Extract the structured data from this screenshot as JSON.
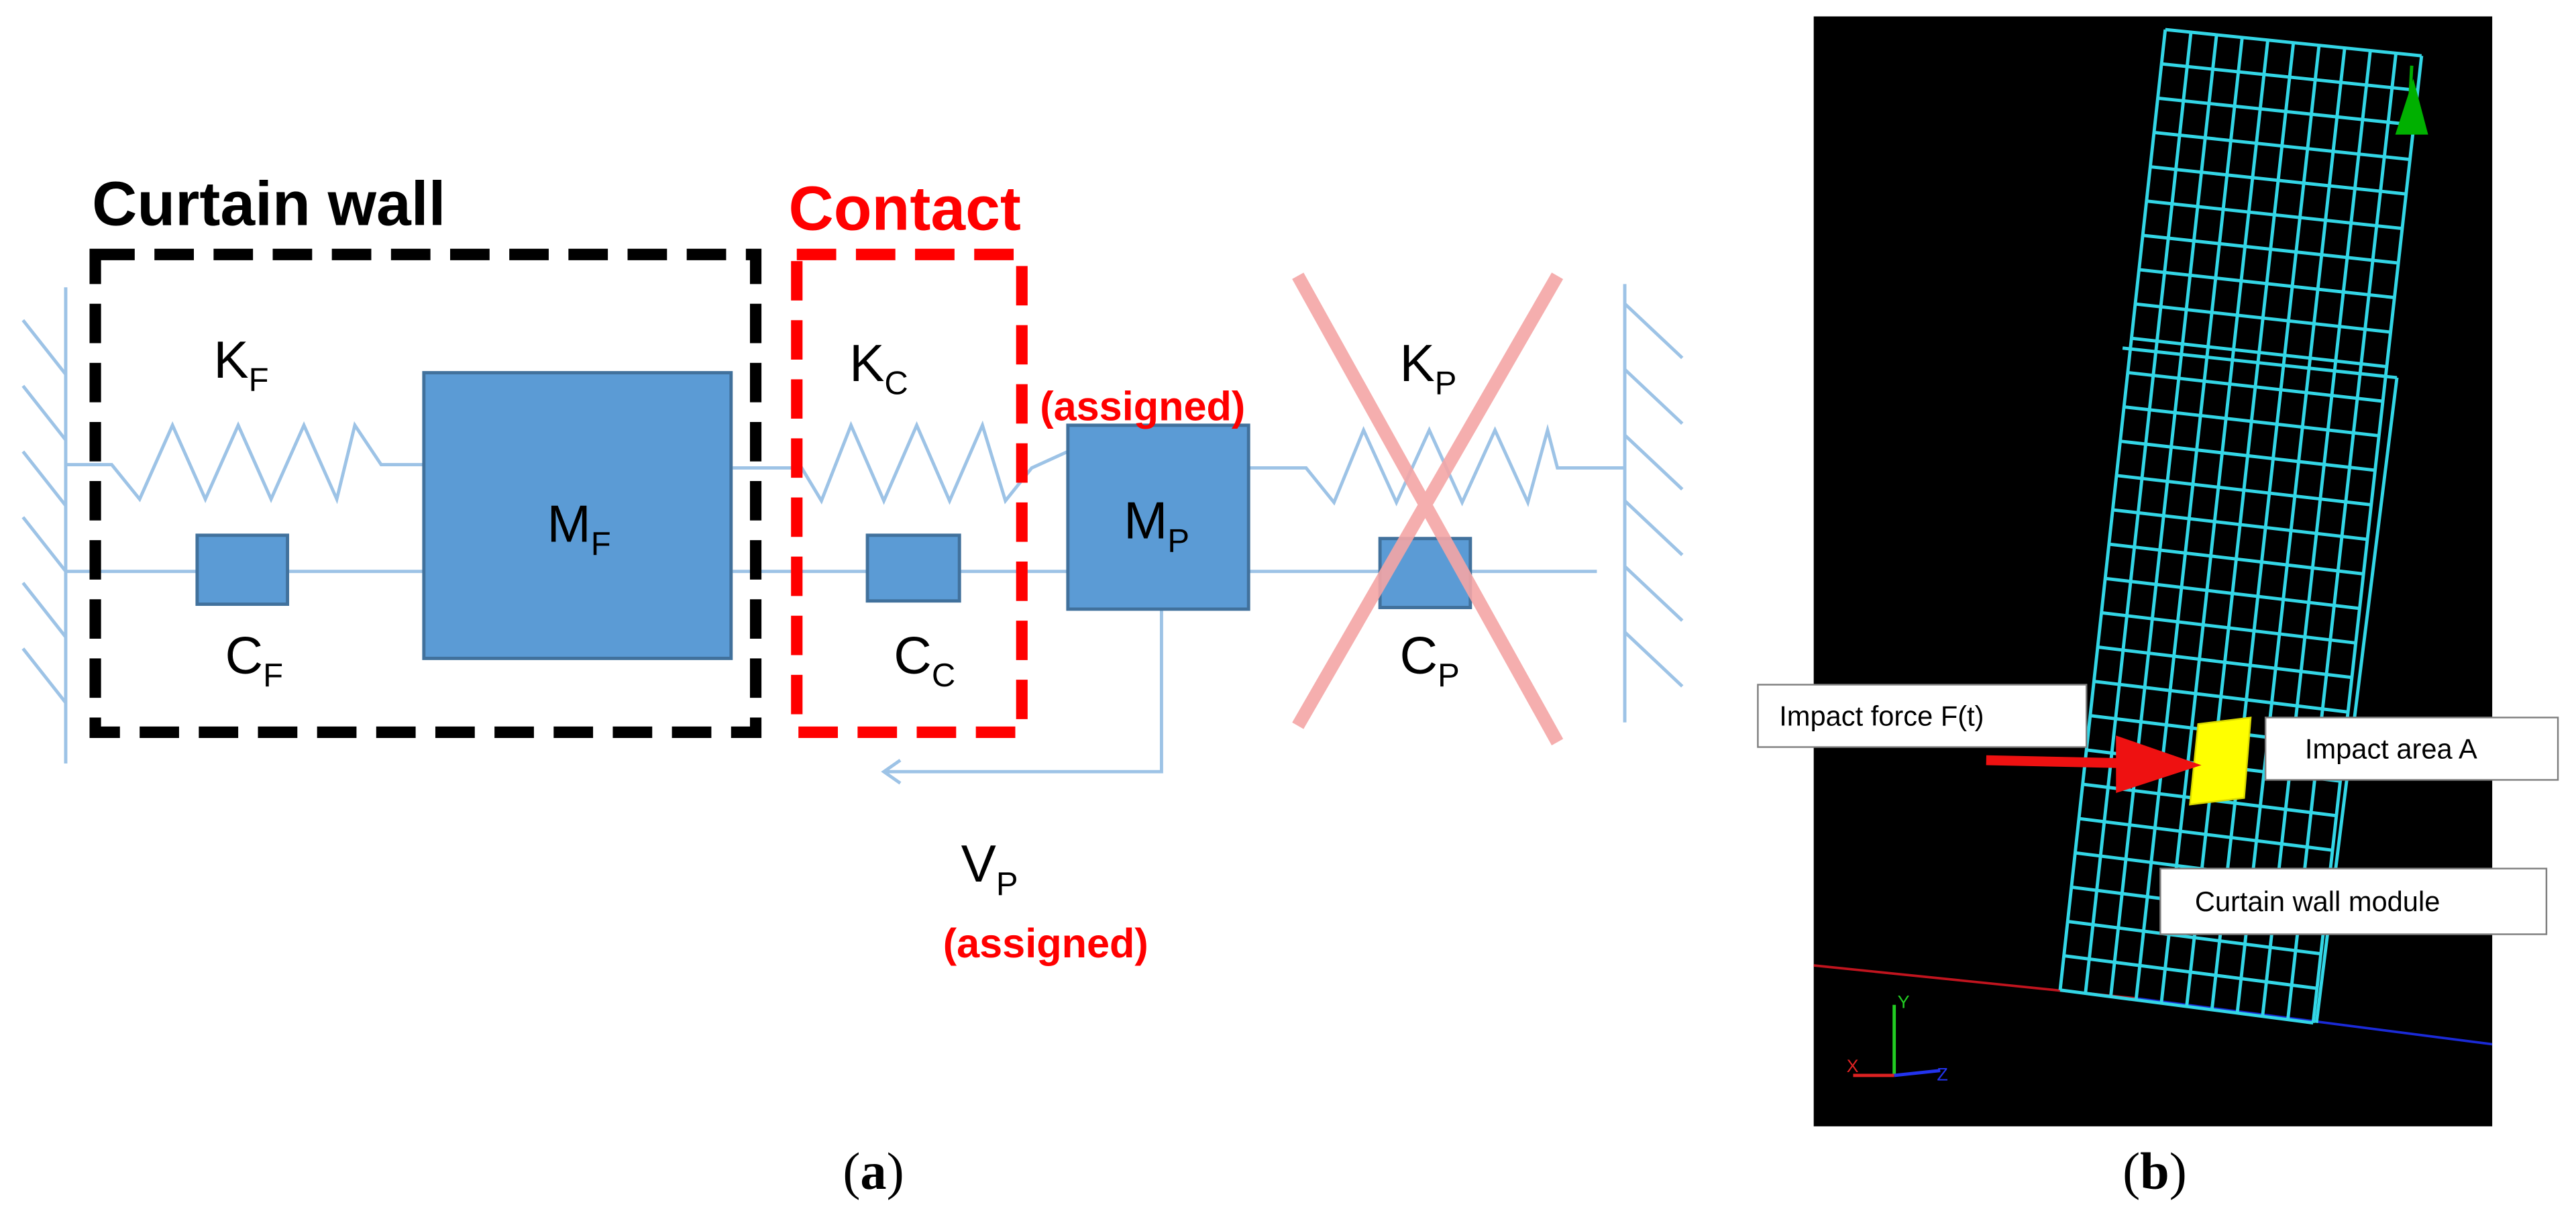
{
  "panel_a": {
    "curtain_wall_label": "Curtain wall",
    "contact_label": "Contact",
    "assigned_top_label": "(assigned)",
    "assigned_bottom_label": "(assigned)",
    "kf": {
      "main": "K",
      "sub": "F"
    },
    "cf": {
      "main": "C",
      "sub": "F"
    },
    "mf": {
      "main": "M",
      "sub": "F"
    },
    "kc": {
      "main": "K",
      "sub": "C"
    },
    "cc": {
      "main": "C",
      "sub": "C"
    },
    "mp": {
      "main": "M",
      "sub": "P"
    },
    "kp": {
      "main": "K",
      "sub": "P"
    },
    "cp": {
      "main": "C",
      "sub": "P"
    },
    "vp": {
      "main": "V",
      "sub": "P"
    },
    "caption": {
      "open": "(",
      "letter": "a",
      "close": ")"
    }
  },
  "panel_b": {
    "impact_force_label": "Impact force F(t)",
    "impact_area_label": "Impact area A",
    "module_label": "Curtain wall module",
    "axis_y": "Y",
    "axis_x": "X",
    "axis_z": "Z",
    "caption": {
      "open": "(",
      "letter": "b",
      "close": ")"
    }
  },
  "colors": {
    "black_dash": "#000000",
    "red": "#ff0000",
    "box_fill": "#5b9bd5",
    "box_stroke": "#41719c",
    "line": "#9dc3e6",
    "cross": "#f4a6a6",
    "mesh": "#33d6e6",
    "panel_bg": "#000000",
    "impact_area": "#ffff00"
  }
}
